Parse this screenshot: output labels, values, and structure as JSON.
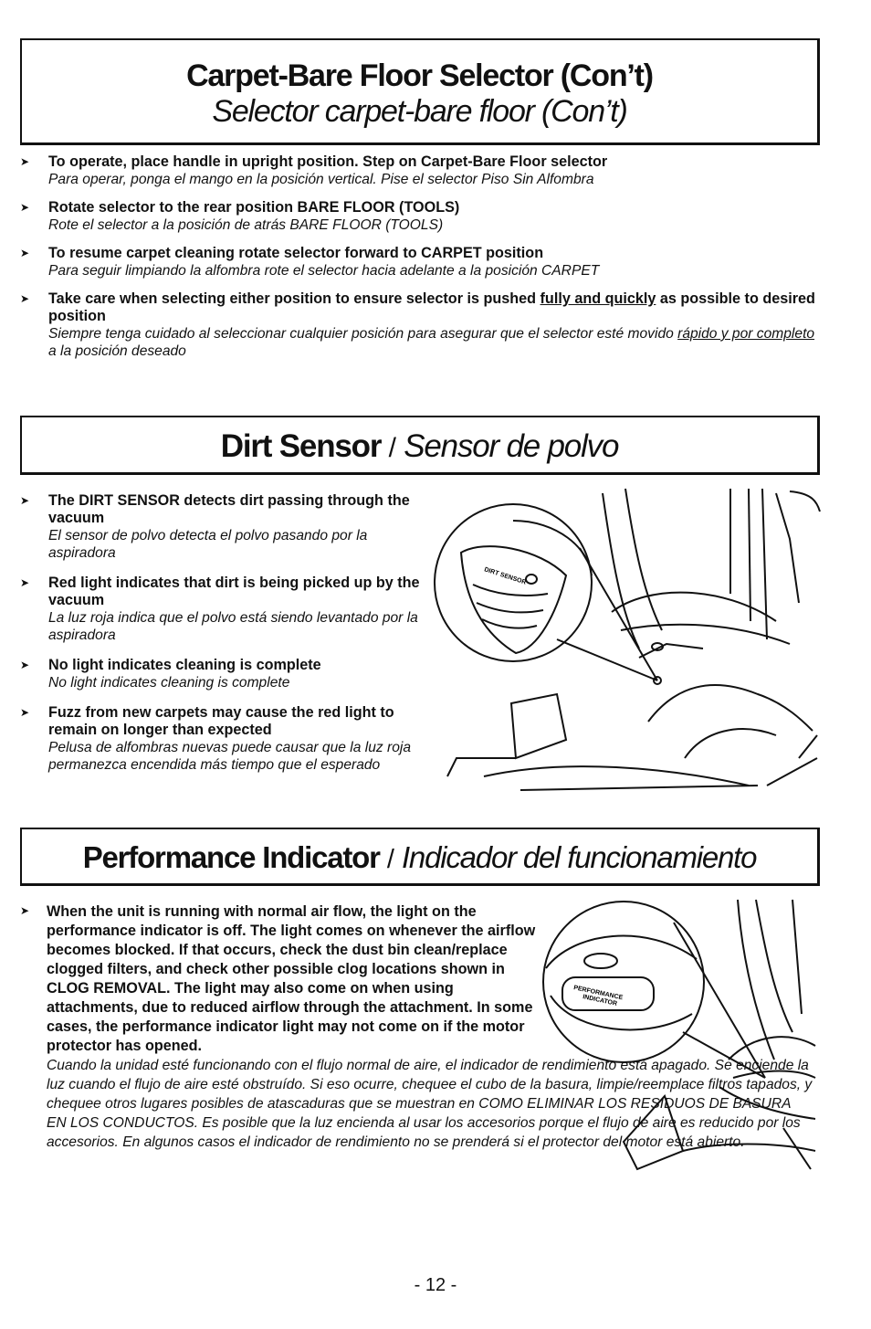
{
  "section1": {
    "title_en": "Carpet-Bare Floor Selector (Con’t)",
    "title_es": "Selector carpet-bare floor (Con’t)",
    "items": [
      {
        "en": "To operate, place handle in upright position. Step on Carpet-Bare Floor selector",
        "es": "Para operar, ponga el mango en la posición vertical. Pise el selector Piso Sin Alfombra"
      },
      {
        "en": "Rotate selector to the rear position BARE FLOOR (TOOLS)",
        "es": "Rote el selector a la posición de atrás BARE FLOOR (TOOLS)"
      },
      {
        "en": "To resume carpet cleaning rotate selector forward to CARPET position",
        "es": "Para seguir limpiando la alfombra rote el selector hacia adelante a la posición CARPET"
      },
      {
        "en_pre": "Take care when selecting either position to ensure selector is pushed ",
        "en_u": "fully and quickly",
        "en_post": " as possible to desired position",
        "es_pre": "Siempre tenga cuidado al seleccionar cualquier posición para asegurar que el selector esté movido ",
        "es_u": "rápido y por completo",
        "es_post": " a la posición deseado"
      }
    ]
  },
  "section2": {
    "title_en": "Dirt Sensor",
    "sep": " / ",
    "title_es": "Sensor de polvo",
    "items": [
      {
        "en": "The DIRT SENSOR detects dirt passing through the vacuum",
        "es": "El sensor de polvo detecta el polvo pasando por la aspiradora"
      },
      {
        "en": "Red light indicates that dirt is being picked up by the vacuum",
        "es": "La luz roja indica que el polvo está siendo levantado por la aspiradora"
      },
      {
        "en": "No light indicates cleaning is complete",
        "es": "No light indicates cleaning is complete"
      },
      {
        "en": "Fuzz from new carpets may cause the red light to remain on longer than expected",
        "es": "Pelusa de alfombras nuevas puede causar que la luz roja permanezca encendida más tiempo que el esperado"
      }
    ],
    "illustration_label": "DIRT SENSOR"
  },
  "section3": {
    "title_en": "Performance Indicator",
    "sep": " / ",
    "title_es": "Indicador del funcionamiento",
    "item": {
      "en": "When the unit is running with normal air flow, the light on the performance indicator is off. The light comes on whenever the airflow becomes blocked. If that occurs, check the dust bin clean/replace clogged filters, and check other possible clog locations shown in CLOG REMOVAL. The light may also come on when using attachments, due to reduced airflow through the attachment. In some cases, the performance indicator light may not come on if the motor protector has opened.",
      "es": "Cuando la unidad esté funcionando con el flujo normal de aire, el indicador de rendimiento está apagado. Se enciende la luz cuando el flujo de aire esté obstruído. Si eso ocurre, chequee el cubo de la basura, limpie/reemplace filtros tapados, y chequee otros lugares posibles de atascaduras que se muestran en COMO ELIMINAR LOS RESIDUOS DE BASURA EN LOS CONDUCTOS. Es posible que la luz encienda al usar los accesorios porque el flujo de aire es reducido por los accesorios. En algunos casos el indicador de rendimiento no se prenderá si el protector del motor está abierto."
    },
    "illustration_label_1": "PERFORMANCE",
    "illustration_label_2": "INDICATOR"
  },
  "page_number": "- 12 -"
}
